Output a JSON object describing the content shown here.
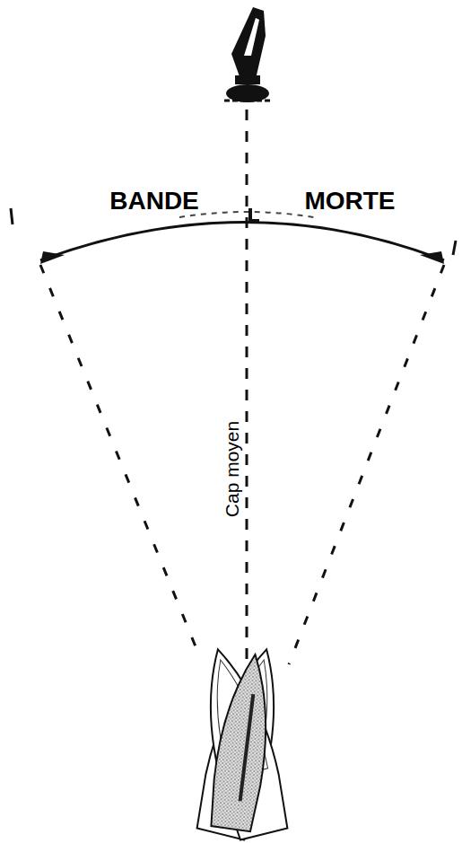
{
  "diagram": {
    "labels": [
      "BANDE",
      "MORTE",
      "Cap moyen"
    ]
  }
}
